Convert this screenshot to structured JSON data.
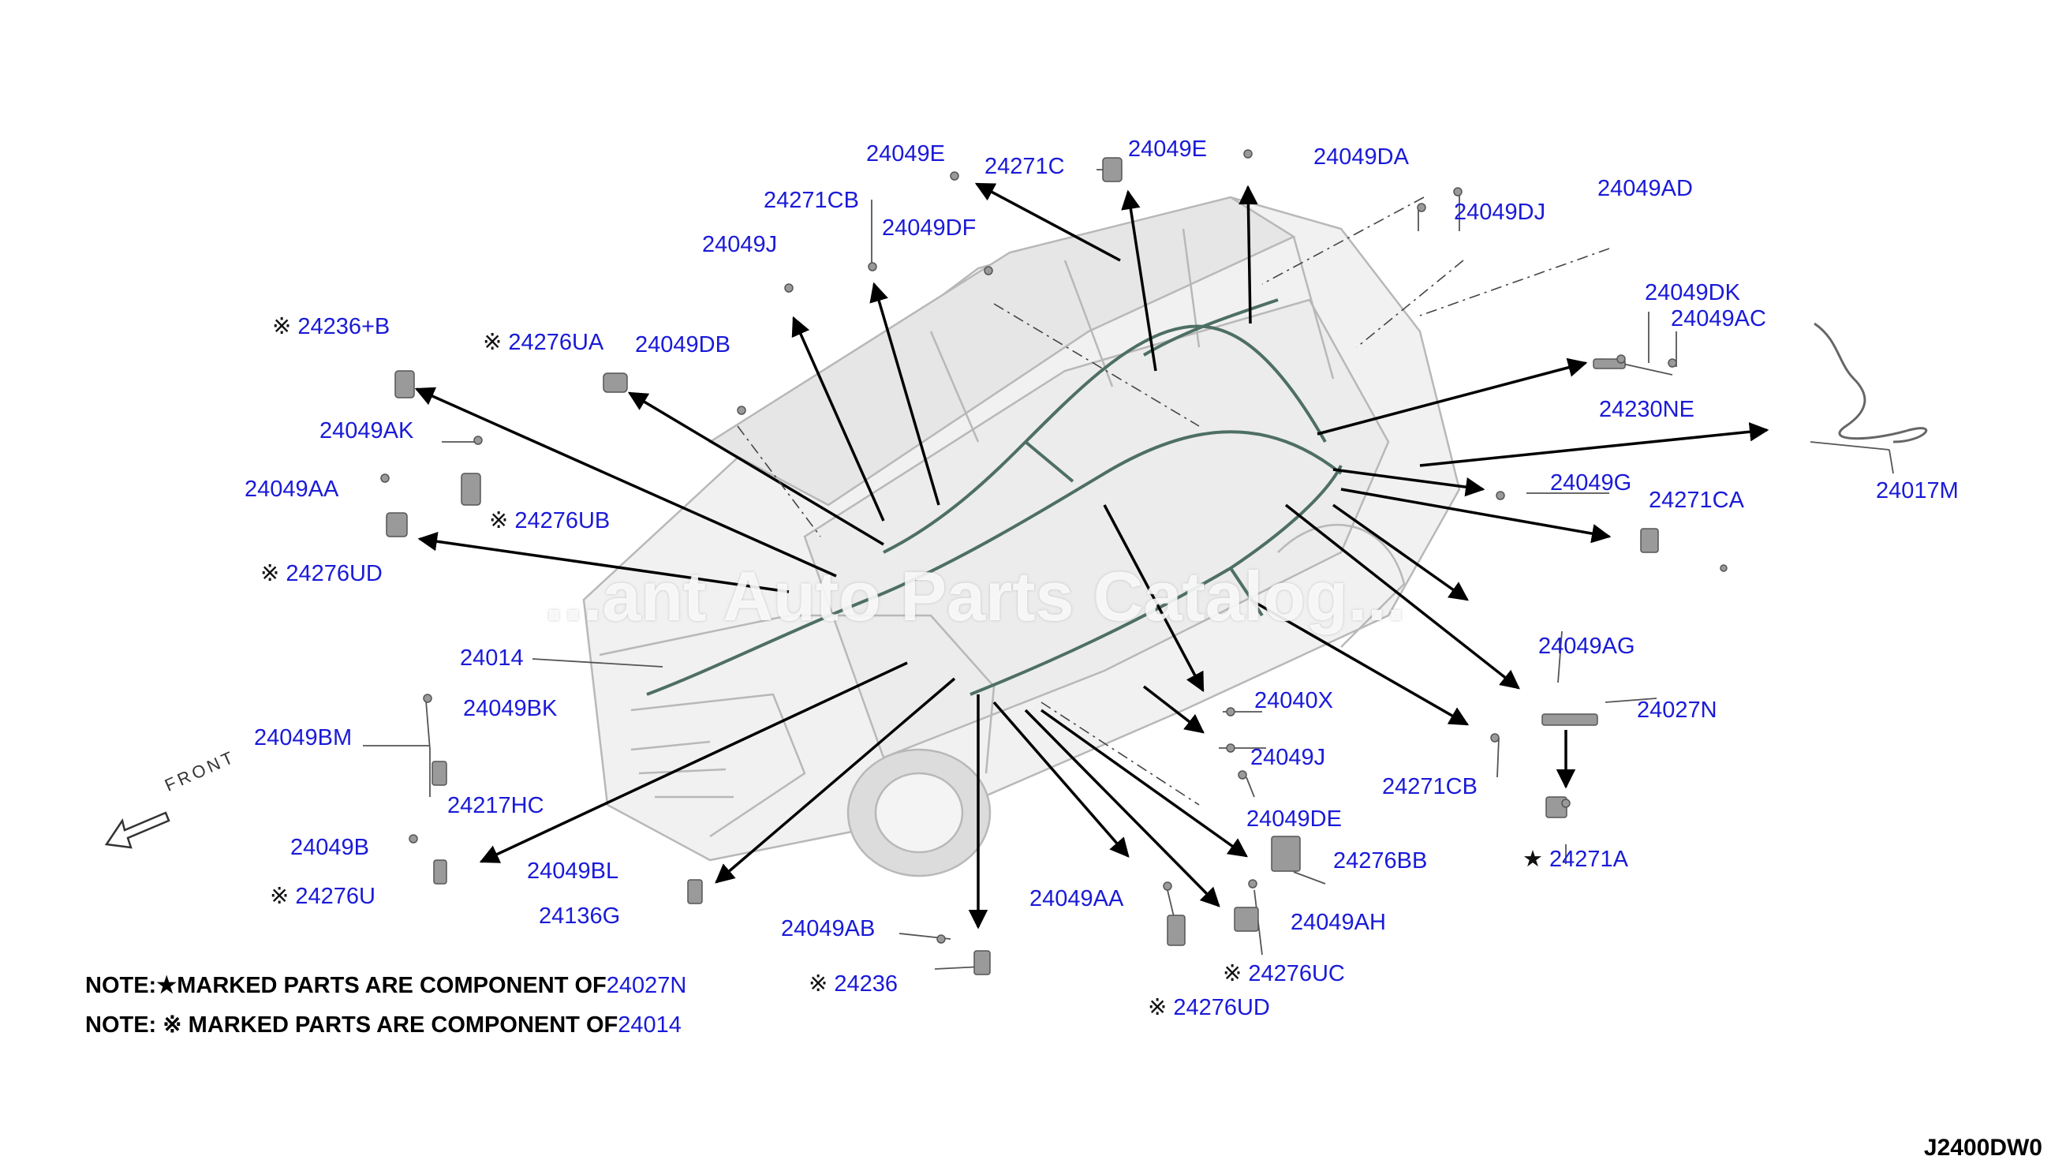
{
  "diagram_code": "J2400DW0",
  "front_label": "FRONT",
  "watermark": "...ant Auto Parts Catalog...",
  "markers": {
    "star": "★",
    "ref": "※"
  },
  "notes": [
    {
      "prefix": "NOTE:",
      "marker": "★",
      "text": "MARKED PARTS ARE COMPONENT OF",
      "ref": "24027N"
    },
    {
      "prefix": "NOTE:",
      "marker": "※",
      "text": "MARKED PARTS ARE COMPONENT OF",
      "ref": "24014"
    }
  ],
  "parts": [
    {
      "id": "p1",
      "label": "24049E",
      "marker": ""
    },
    {
      "id": "p2",
      "label": "24271C",
      "marker": ""
    },
    {
      "id": "p3",
      "label": "24049E",
      "marker": ""
    },
    {
      "id": "p4",
      "label": "24049DA",
      "marker": ""
    },
    {
      "id": "p5",
      "label": "24271CB",
      "marker": ""
    },
    {
      "id": "p6",
      "label": "24049DF",
      "marker": ""
    },
    {
      "id": "p7",
      "label": "24049DJ",
      "marker": ""
    },
    {
      "id": "p8",
      "label": "24049AD",
      "marker": ""
    },
    {
      "id": "p9",
      "label": "24049J",
      "marker": ""
    },
    {
      "id": "p10",
      "label": "24236+B",
      "marker": "※"
    },
    {
      "id": "p11",
      "label": "24276UA",
      "marker": "※"
    },
    {
      "id": "p12",
      "label": "24049DB",
      "marker": ""
    },
    {
      "id": "p13",
      "label": "24049DK",
      "marker": ""
    },
    {
      "id": "p14",
      "label": "24049AC",
      "marker": ""
    },
    {
      "id": "p15",
      "label": "24230NE",
      "marker": ""
    },
    {
      "id": "p16",
      "label": "24049AK",
      "marker": ""
    },
    {
      "id": "p17",
      "label": "24049AA",
      "marker": ""
    },
    {
      "id": "p18",
      "label": "24276UB",
      "marker": "※"
    },
    {
      "id": "p19",
      "label": "24049G",
      "marker": ""
    },
    {
      "id": "p20",
      "label": "24271CA",
      "marker": ""
    },
    {
      "id": "p21",
      "label": "24017M",
      "marker": ""
    },
    {
      "id": "p22",
      "label": "24276UD",
      "marker": "※"
    },
    {
      "id": "p23",
      "label": "24049AG",
      "marker": ""
    },
    {
      "id": "p24",
      "label": "24014",
      "marker": ""
    },
    {
      "id": "p25",
      "label": "24049BK",
      "marker": ""
    },
    {
      "id": "p26",
      "label": "24040X",
      "marker": ""
    },
    {
      "id": "p27",
      "label": "24027N",
      "marker": ""
    },
    {
      "id": "p28",
      "label": "24049BM",
      "marker": ""
    },
    {
      "id": "p29",
      "label": "24049J",
      "marker": ""
    },
    {
      "id": "p30",
      "label": "24271CB",
      "marker": ""
    },
    {
      "id": "p31",
      "label": "24217HC",
      "marker": ""
    },
    {
      "id": "p32",
      "label": "24049DE",
      "marker": ""
    },
    {
      "id": "p33",
      "label": "24049B",
      "marker": ""
    },
    {
      "id": "p34",
      "label": "24276BB",
      "marker": ""
    },
    {
      "id": "p35",
      "label": "24271A",
      "marker": "★"
    },
    {
      "id": "p36",
      "label": "24049BL",
      "marker": ""
    },
    {
      "id": "p37",
      "label": "24276U",
      "marker": "※"
    },
    {
      "id": "p38",
      "label": "24049AA",
      "marker": ""
    },
    {
      "id": "p39",
      "label": "24136G",
      "marker": ""
    },
    {
      "id": "p40",
      "label": "24049AH",
      "marker": ""
    },
    {
      "id": "p41",
      "label": "24049AB",
      "marker": ""
    },
    {
      "id": "p42",
      "label": "24276UC",
      "marker": "※"
    },
    {
      "id": "p43",
      "label": "24236",
      "marker": "※"
    },
    {
      "id": "p44",
      "label": "24276UD",
      "marker": "※"
    }
  ]
}
